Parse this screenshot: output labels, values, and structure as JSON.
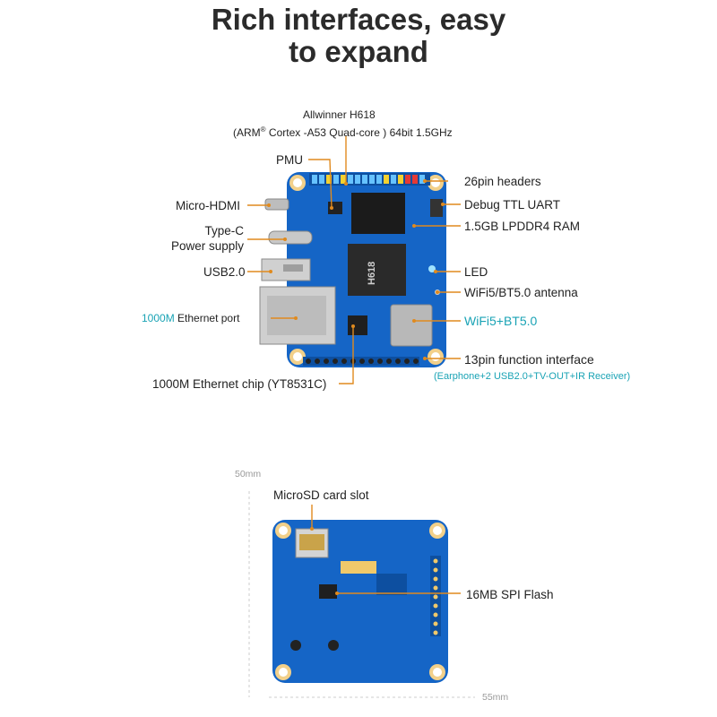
{
  "title": {
    "line1": "Rich interfaces, easy",
    "line2": "to expand"
  },
  "top_board": {
    "soc": {
      "line1": "Allwinner H618",
      "line2_pre": "(ARM",
      "line2_sup": "®",
      "line2_post": " Cortex -A53 Quad-core ) 64bit 1.5GHz"
    },
    "left_labels": {
      "pmu": "PMU",
      "micro_hdmi": "Micro-HDMI",
      "typec_line1": "Type-C",
      "typec_line2": "Power supply",
      "usb": "USB2.0",
      "eth_port_teal": "1000M",
      "eth_port_rest": " Ethernet port",
      "eth_chip": "1000M Ethernet chip (YT8531C)"
    },
    "right_labels": {
      "headers": "26pin headers",
      "debug": "Debug TTL UART",
      "ram": "1.5GB LPDDR4 RAM",
      "led": "LED",
      "antenna": "WiFi5/BT5.0 antenna",
      "wifi": "WiFi5+BT5.0",
      "func": "13pin function interface",
      "func_sub": "(Earphone+2 USB2.0+TV-OUT+IR Receiver)"
    }
  },
  "bottom_board": {
    "sd": "MicroSD card slot",
    "spi": "16MB SPI Flash",
    "height": "50mm",
    "width": "55mm"
  },
  "colors": {
    "pcb": "#1565c6",
    "pcb_dark": "#0d4fa0",
    "pad": "#f0c96a",
    "leader": "#e08a1e",
    "teal": "#1aa3b5"
  }
}
